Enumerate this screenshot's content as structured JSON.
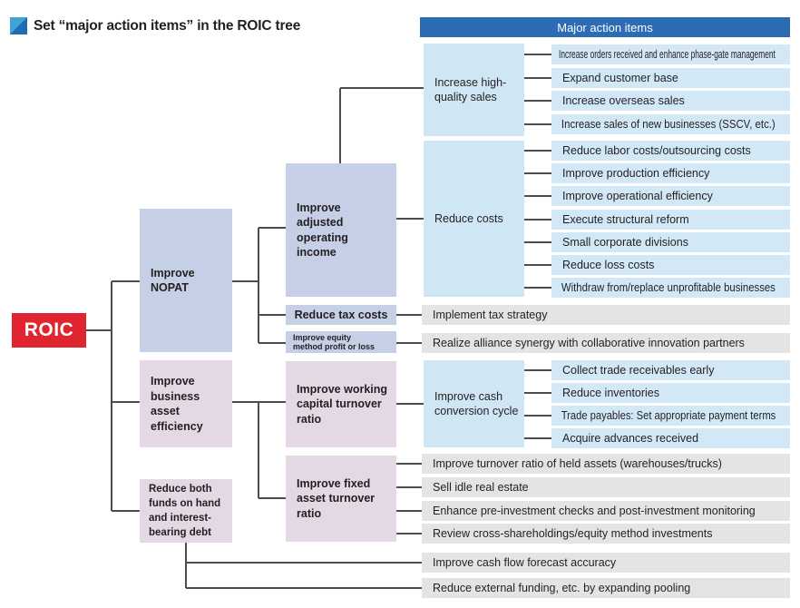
{
  "title": {
    "text": "Set “major action items” in the ROIC tree",
    "icon": "blue-gradient-square-icon"
  },
  "header": {
    "label": "Major action items"
  },
  "colors": {
    "header_blue": "#2b6cb4",
    "roic_red": "#e02430",
    "periwinkle": "#c5d0e7",
    "pink": "#e4d8e4",
    "light_blue_box": "#cfe6f5",
    "row_blue": "#d2e8f6",
    "row_gray": "#e4e4e4",
    "line": "#4d4d4d",
    "icon_light": "#3fa3d8",
    "icon_dark": "#1e6cb0"
  },
  "nodes": {
    "roic": {
      "label": "ROIC"
    },
    "nopat": {
      "label": "Improve NOPAT"
    },
    "business_asset": {
      "label": "Improve business asset efficiency"
    },
    "reduce_funds": {
      "label": "Reduce both funds on hand and interest-bearing debt"
    },
    "adjusted_income": {
      "label": "Improve adjusted operating income"
    },
    "tax_costs": {
      "label": "Reduce tax costs"
    },
    "equity_method": {
      "lines": [
        "Improve equity",
        "method profit or loss"
      ]
    },
    "working_capital": {
      "label": "Improve working capital turnover ratio"
    },
    "fixed_asset": {
      "label": "Improve fixed asset turnover ratio"
    },
    "high_quality_sales": {
      "label": "Increase high-quality sales"
    },
    "reduce_costs": {
      "label": "Reduce costs"
    },
    "cash_conversion": {
      "label": "Improve cash conversion cycle"
    }
  },
  "action_clusters": [
    {
      "id": "sales_actions",
      "style": "blue",
      "items": [
        "Increase orders received and enhance phase-gate management",
        "Expand customer base",
        "Increase overseas sales",
        "Increase sales of new businesses (SSCV, etc.)"
      ]
    },
    {
      "id": "cost_actions",
      "style": "blue",
      "items": [
        "Reduce labor costs/outsourcing costs",
        "Improve production efficiency",
        "Improve operational efficiency",
        "Execute structural reform",
        "Small corporate divisions",
        "Reduce loss costs",
        "Withdraw from/replace unprofitable businesses"
      ]
    },
    {
      "id": "tax_actions",
      "style": "gray",
      "items": [
        "Implement tax strategy"
      ]
    },
    {
      "id": "equity_actions",
      "style": "gray",
      "items": [
        "Realize alliance synergy with collaborative innovation partners"
      ]
    },
    {
      "id": "ccc_actions",
      "style": "blue",
      "items": [
        "Collect trade receivables early",
        "Reduce inventories",
        "Trade payables: Set appropriate payment terms",
        "Acquire advances received"
      ]
    },
    {
      "id": "fixed_asset_actions",
      "style": "gray",
      "items": [
        "Improve turnover ratio of held assets (warehouses/trucks)",
        "Sell idle real estate",
        "Enhance pre-investment checks and post-investment monitoring",
        "Review cross-shareholdings/equity method investments"
      ]
    },
    {
      "id": "funding_actions",
      "style": "gray",
      "items": [
        "Improve cash flow forecast accuracy",
        "Reduce external funding, etc. by expanding pooling"
      ]
    }
  ]
}
